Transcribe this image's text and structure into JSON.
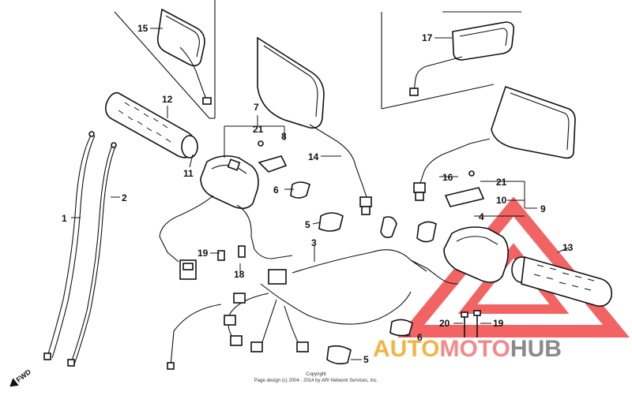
{
  "diagram": {
    "labels": {
      "p1": "1",
      "p2": "2",
      "p3": "3",
      "p4": "4",
      "p5a": "5",
      "p5b": "5",
      "p6a": "6",
      "p6b": "6",
      "p7": "7",
      "p8": "8",
      "p9": "9",
      "p10": "10",
      "p11": "11",
      "p12": "12",
      "p13": "13",
      "p14": "14",
      "p15": "15",
      "p16": "16",
      "p17": "17",
      "p18": "18",
      "p19a": "19",
      "p19b": "19",
      "p20": "20",
      "p21a": "21",
      "p21b": "21"
    },
    "fwd_label": "FWD",
    "copyright_line1": "Copyright",
    "copyright_line2": "Page design (c) 2004 - 2014 by ARI Network Services, Inc."
  },
  "watermark": {
    "auto": "AUTO",
    "moto": "MOTO",
    "hub": "HUB",
    "colors": {
      "auto": "#f2b544",
      "moto": "#f28a8a",
      "hub": "#8a8a8a",
      "triangle": "#f0484a"
    }
  }
}
